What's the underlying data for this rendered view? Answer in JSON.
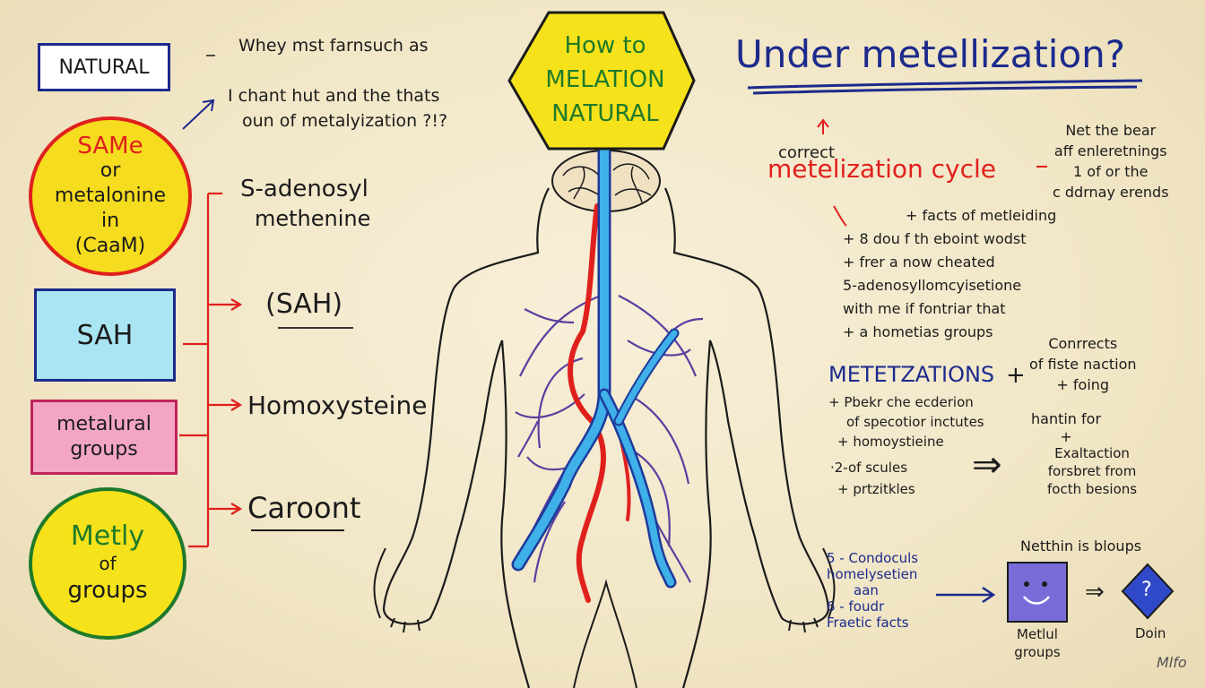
{
  "colors": {
    "paper": "#f3e9cc",
    "ink": "#1b1b1b",
    "navy": "#1c2a8c",
    "red": "#e0201d",
    "blue_vessel": "#3fb0e8",
    "purple": "#5a3fa0",
    "yellow": "#f6e21a",
    "green": "#1e7a2a",
    "cyan_fill": "#a9e5f2",
    "pink_fill": "#f3a5c6"
  },
  "left_column": {
    "natural_box": "NATURAL",
    "same_circle": [
      "SAMe",
      "or",
      "metalonine",
      "in",
      "(CaaM)"
    ],
    "sah_box": "SAH",
    "metalural_box": [
      "metalural",
      "groups"
    ],
    "metly_circle": [
      "Metly",
      "of",
      "groups"
    ]
  },
  "top_note": [
    "Whey mst farnsuch as",
    "I chant hut and the thats",
    "oun of metalyization ?!?"
  ],
  "branch_labels": {
    "s_adenosyl": [
      "S-adenosyl",
      "methenine"
    ],
    "sah": "(SAH)",
    "homoxysteine": "Homoxysteine",
    "caroont": "Caroont"
  },
  "center": {
    "hexagon": [
      "How to",
      "MELATION",
      "NATURAL"
    ]
  },
  "right_title": "Under metellization?",
  "cycle": {
    "correct": "correct",
    "title": "metelization cycle",
    "side_note": [
      "Net the bear",
      "aff enleretnings",
      "1 of or the",
      "c ddrnay erends"
    ],
    "bullets": [
      "+ facts of metleiding",
      "+ 8 dou f th eboint wodst",
      "+ frer a now cheated",
      "5-adenosyllomcyisetione",
      "with me if fontriar that",
      "+ a hometias groups"
    ]
  },
  "metetzations": {
    "title": "METETZATIONS",
    "plus": "+",
    "right_note": [
      "Conrrects",
      "of fiste naction",
      "+ foing"
    ],
    "bullets": [
      "+ Pbekr che ecderion",
      "of specotior inctutes",
      "+ homoystieine"
    ],
    "bullets2": [
      "·2-of scules",
      "+ prtzitkles"
    ],
    "arrow": "⇒",
    "result_top": [
      "hantin for",
      "+"
    ],
    "result": [
      "Exaltaction",
      "forsbret from",
      "focth besions"
    ]
  },
  "bottom": {
    "blue_note": [
      "5 - Condoculs",
      "homelysetien",
      "aan",
      "6 - foudr",
      "Fraetic facts"
    ],
    "netthin": "Netthin is bloups",
    "square_label": [
      "Metlul",
      "groups"
    ],
    "arrow": "⇒",
    "diamond_symbol": "?",
    "diamond_label": "Doin",
    "signature": "Mlfo"
  }
}
